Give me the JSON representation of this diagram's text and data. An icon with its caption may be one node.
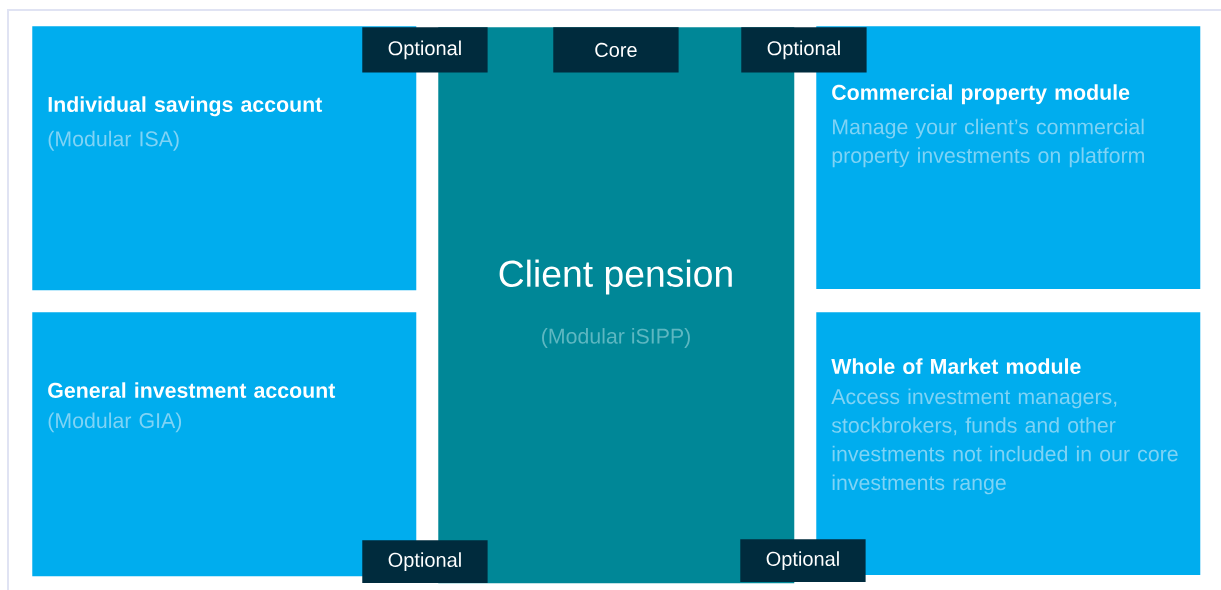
{
  "diagram": {
    "nodes": [
      {
        "text": [
          "Optional"
        ]
      },
      {
        "text": [
          "Core"
        ],
        "in": 4
      },
      {
        "text": [
          "Optional"
        ]
      },
      {
        "text": [
          "Individual savings account",
          "(Modular ISA)"
        ]
      },
      {
        "text": [
          "Client pension",
          "(Modular iSIPP)"
        ]
      },
      {
        "text": [
          "Commercial property module",
          "Manage your client’s commercial property investments on platform"
        ]
      },
      {
        "text": [
          "General investment account",
          "(Modular GIA)"
        ]
      },
      {
        "text": [
          "Whole of Market module",
          "Access investment managers, stockbrokers, funds and other investments not included in our core investments range"
        ]
      },
      {
        "text": [
          "Optional"
        ]
      },
      {
        "text": [
          "Optional"
        ]
      }
    ]
  }
}
